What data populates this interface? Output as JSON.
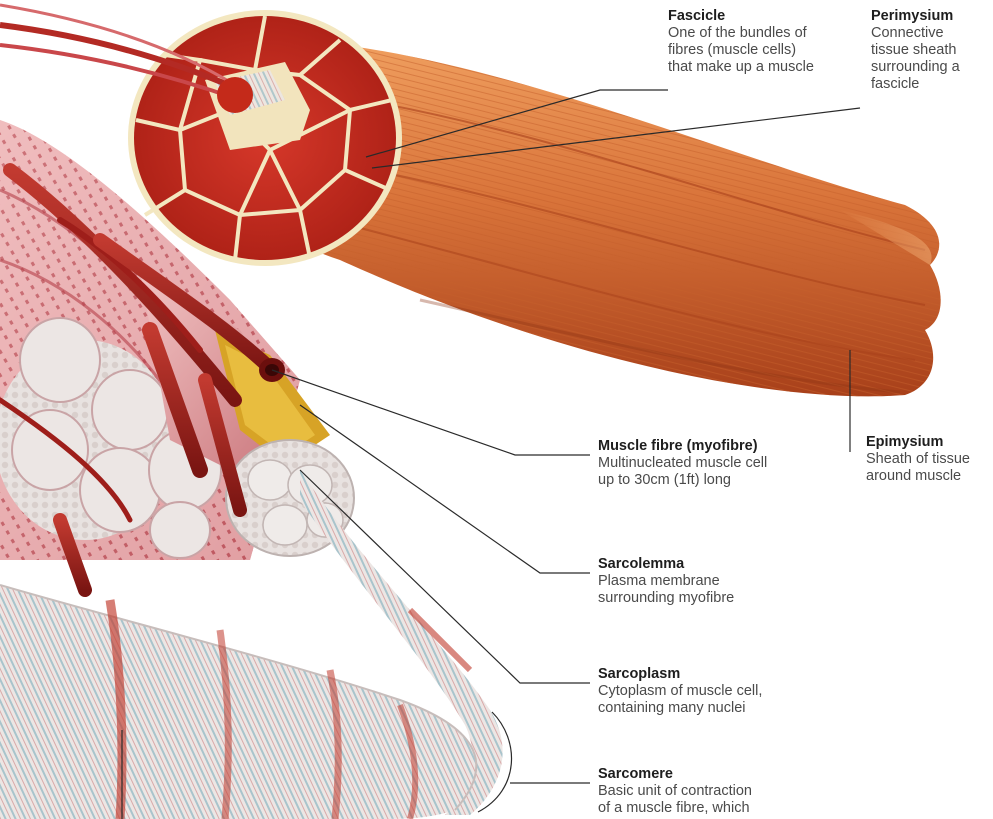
{
  "labels": {
    "fascicle": {
      "title": "Fascicle",
      "desc": "One of the bundles of\nfibres (muscle cells)\nthat make up a muscle"
    },
    "perimysium": {
      "title": "Perimysium",
      "desc": "Connective\ntissue sheath\nsurrounding a\nfascicle"
    },
    "epimysium": {
      "title": "Epimysium",
      "desc": "Sheath of tissue\naround muscle"
    },
    "muscle_fibre": {
      "title": "Muscle fibre (myofibre)",
      "desc": "Multinucleated muscle cell\nup to 30cm (1ft) long"
    },
    "sarcolemma": {
      "title": "Sarcolemma",
      "desc": "Plasma membrane\nsurrounding myofibre"
    },
    "sarcoplasm": {
      "title": "Sarcoplasm",
      "desc": "Cytoplasm of muscle cell,\ncontaining many nuclei"
    },
    "sarcomere": {
      "title": "Sarcomere",
      "desc": "Basic unit of contraction\nof a muscle fibre, which"
    }
  },
  "colors": {
    "muscle_light": "#e88a4a",
    "muscle_dark": "#b8461c",
    "fascicle_red": "#c42a1a",
    "perimysium_cream": "#f3e7c0",
    "fibre_pink": "#e8a3a3",
    "vessel_red": "#a3201c",
    "myofibril_white": "#ede9e6",
    "leader_line": "#2a2a2a"
  }
}
